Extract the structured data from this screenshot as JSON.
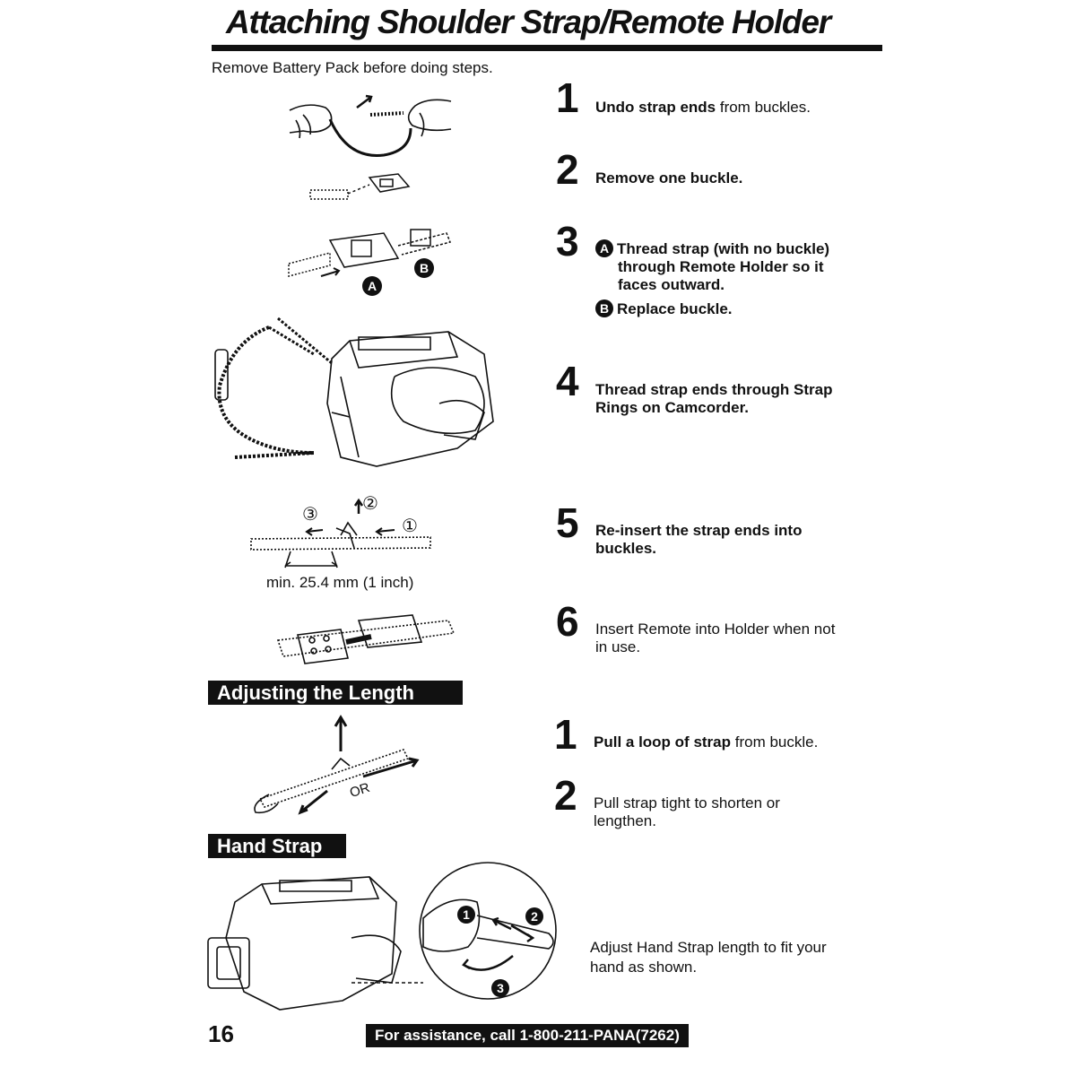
{
  "page": {
    "title": "Attaching Shoulder Strap/Remote Holder",
    "note": "Remove Battery Pack before doing steps.",
    "page_number": "16",
    "assistance": "For assistance, call 1-800-211-PANA(7262)"
  },
  "shoulder_steps": [
    {
      "num": "1",
      "bold": "Undo strap ends",
      "rest": " from buckles."
    },
    {
      "num": "2",
      "bold": "Remove one buckle.",
      "rest": ""
    },
    {
      "num": "3",
      "a_marker": "A",
      "a_line1": "Thread strap (with no buckle)",
      "a_line2": "through Remote Holder so it",
      "a_line3": "faces outward.",
      "b_marker": "B",
      "b_text": "Replace buckle."
    },
    {
      "num": "4",
      "line1": "Thread strap ends through Strap",
      "line2": "Rings on Camcorder."
    },
    {
      "num": "5",
      "line1": "Re-insert the strap ends into",
      "line2": "buckles."
    },
    {
      "num": "6",
      "line1": "Insert Remote into Holder when not",
      "line2": "in use."
    }
  ],
  "illustration_labels": {
    "marker_a": "A",
    "marker_b": "B",
    "circled_1": "①",
    "circled_2": "②",
    "circled_3": "③",
    "min_length": "min. 25.4 mm (1 inch)",
    "or": "OR",
    "hand_1": "1",
    "hand_2": "2",
    "hand_3": "3"
  },
  "adjusting": {
    "header": "Adjusting the Length",
    "steps": [
      {
        "num": "1",
        "bold": "Pull a loop of strap",
        "rest": " from buckle."
      },
      {
        "num": "2",
        "line1": "Pull strap tight to shorten or",
        "line2": "lengthen."
      }
    ]
  },
  "hand_strap": {
    "header": "Hand Strap",
    "line1": "Adjust Hand Strap length to fit your",
    "line2": "hand as shown."
  }
}
